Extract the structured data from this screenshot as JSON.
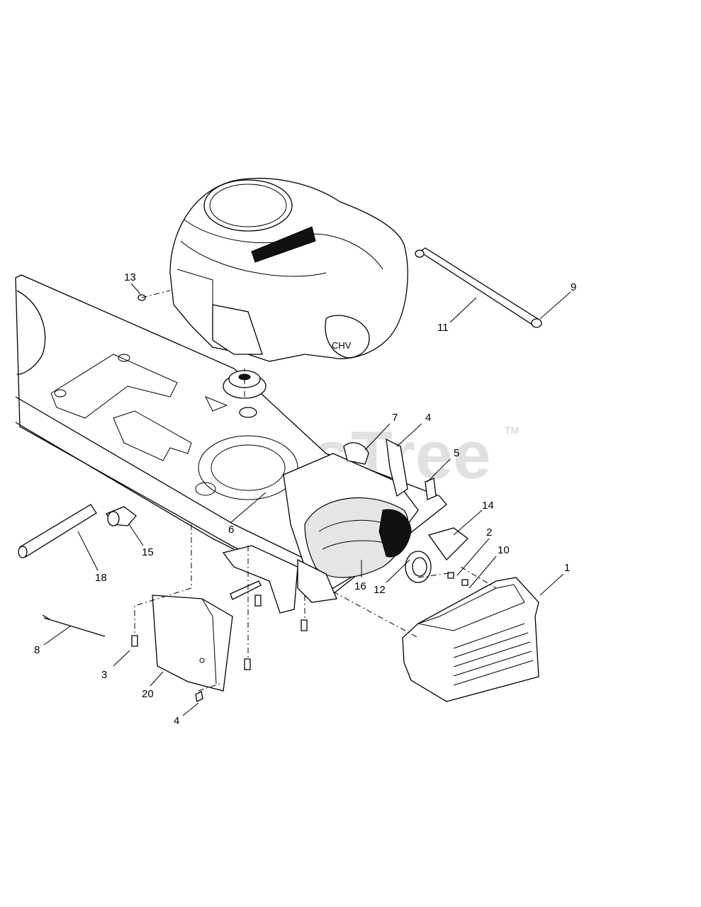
{
  "watermark": {
    "text": "PartsTree",
    "trademark": "TM"
  },
  "callouts": {
    "c1": "1",
    "c2": "2",
    "c3": "3",
    "c4a": "4",
    "c4b": "4",
    "c5": "5",
    "c6": "6",
    "c7": "7",
    "c8": "8",
    "c9": "9",
    "c10": "10",
    "c11": "11",
    "c12": "12",
    "c13": "13",
    "c14": "14",
    "c15": "15",
    "c16": "16",
    "c18": "18",
    "c20": "20"
  }
}
